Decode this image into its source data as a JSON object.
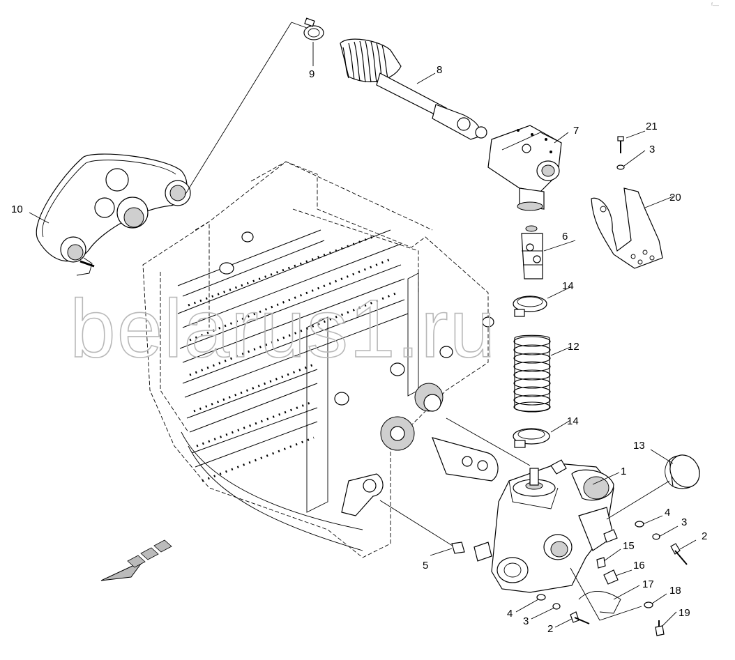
{
  "watermark": "belarus1.ru",
  "corner_mark": "ᶠ—",
  "callouts": [
    {
      "id": "c1",
      "label": "1"
    },
    {
      "id": "c2a",
      "label": "2"
    },
    {
      "id": "c2b",
      "label": "2"
    },
    {
      "id": "c3a",
      "label": "3"
    },
    {
      "id": "c3b",
      "label": "3"
    },
    {
      "id": "c3c",
      "label": "3"
    },
    {
      "id": "c4a",
      "label": "4"
    },
    {
      "id": "c4b",
      "label": "4"
    },
    {
      "id": "c5",
      "label": "5"
    },
    {
      "id": "c6",
      "label": "6"
    },
    {
      "id": "c7",
      "label": "7"
    },
    {
      "id": "c8",
      "label": "8"
    },
    {
      "id": "c9",
      "label": "9"
    },
    {
      "id": "c10",
      "label": "10"
    },
    {
      "id": "c12",
      "label": "12"
    },
    {
      "id": "c13",
      "label": "13"
    },
    {
      "id": "c14a",
      "label": "14"
    },
    {
      "id": "c14b",
      "label": "14"
    },
    {
      "id": "c15",
      "label": "15"
    },
    {
      "id": "c16",
      "label": "16"
    },
    {
      "id": "c17",
      "label": "17"
    },
    {
      "id": "c18",
      "label": "18"
    },
    {
      "id": "c19",
      "label": "19"
    },
    {
      "id": "c20",
      "label": "20"
    },
    {
      "id": "c21",
      "label": "21"
    }
  ]
}
